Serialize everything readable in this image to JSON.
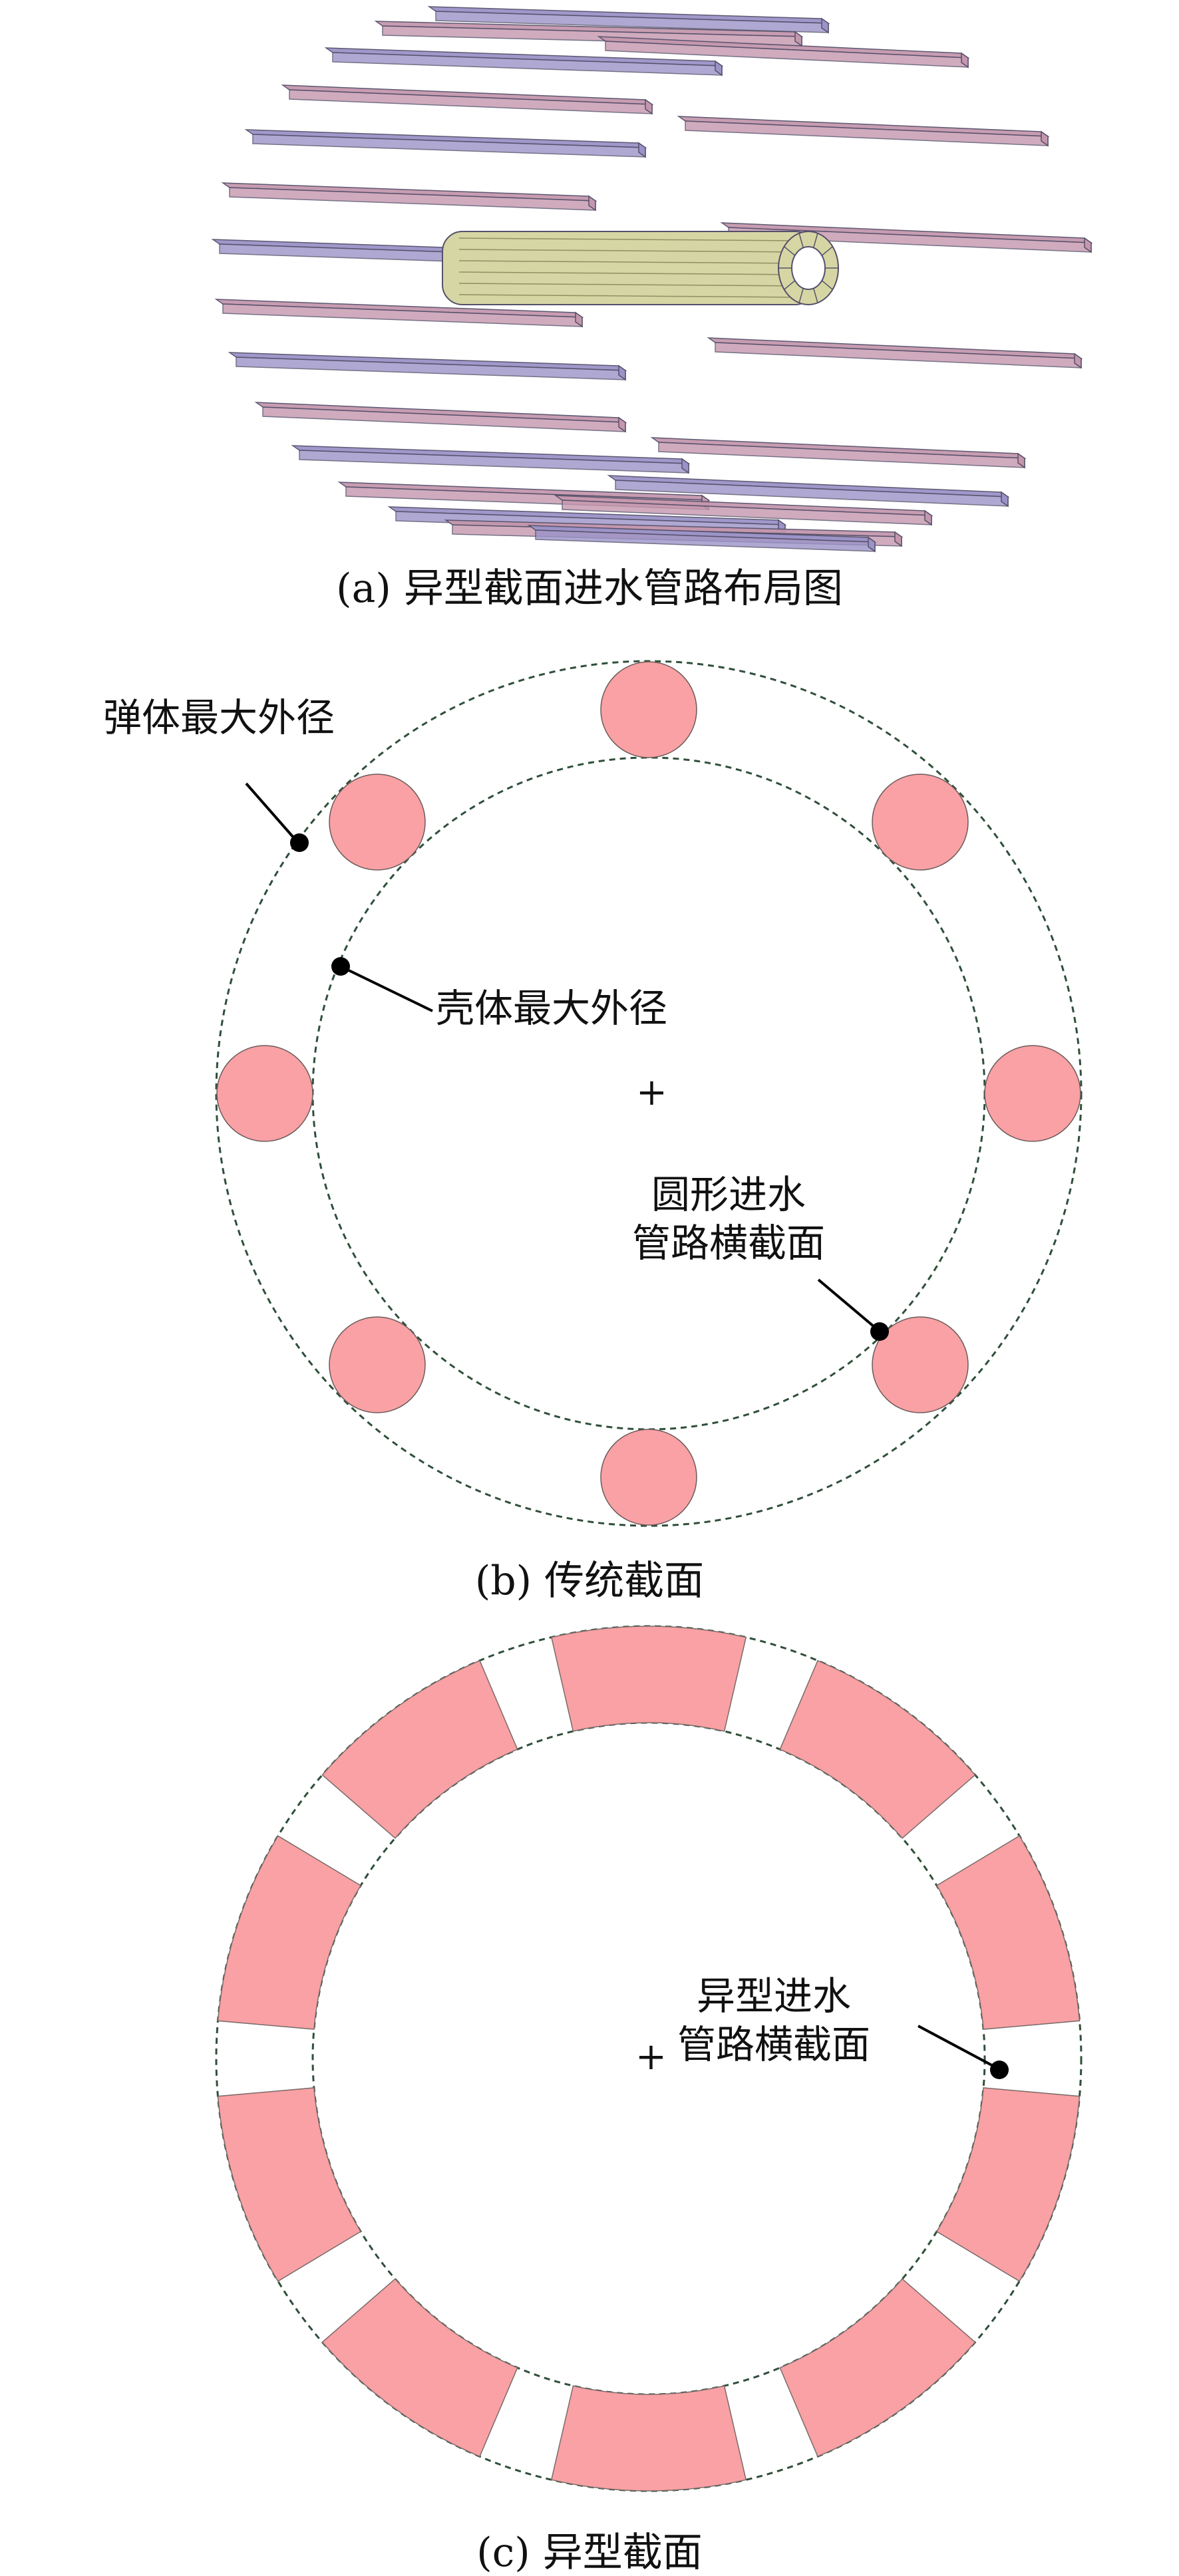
{
  "panels": {
    "a": {
      "caption": "(a) 异型截面进水管路布局图",
      "colors": {
        "bar_purple": "#9a93c8",
        "bar_pink": "#c597ad",
        "core_olive": "#d6d6a4",
        "edge": "#55506a"
      }
    },
    "b": {
      "caption": "(b) 传统截面",
      "labels": {
        "outer_diameter": "弹体最大外径",
        "shell_diameter": "壳体最大外径",
        "pipe_section_line1": "圆形进水",
        "pipe_section_line2": "管路横截面"
      },
      "center_mark": "+",
      "pipe_count": 8,
      "colors": {
        "pipe_fill": "#f9a1a4",
        "pipe_edge": "#6b5b5b",
        "dashed_circle": "#2f4f3a"
      }
    },
    "c": {
      "caption": "(c) 异型截面",
      "labels": {
        "pipe_section_line1": "异型进水",
        "pipe_section_line2": "管路横截面"
      },
      "center_mark": "+",
      "segment_count": 10,
      "colors": {
        "segment_fill": "#f9a1a4",
        "segment_edge": "#7a6a6a",
        "dashed_circle": "#2f4f3a"
      }
    }
  }
}
